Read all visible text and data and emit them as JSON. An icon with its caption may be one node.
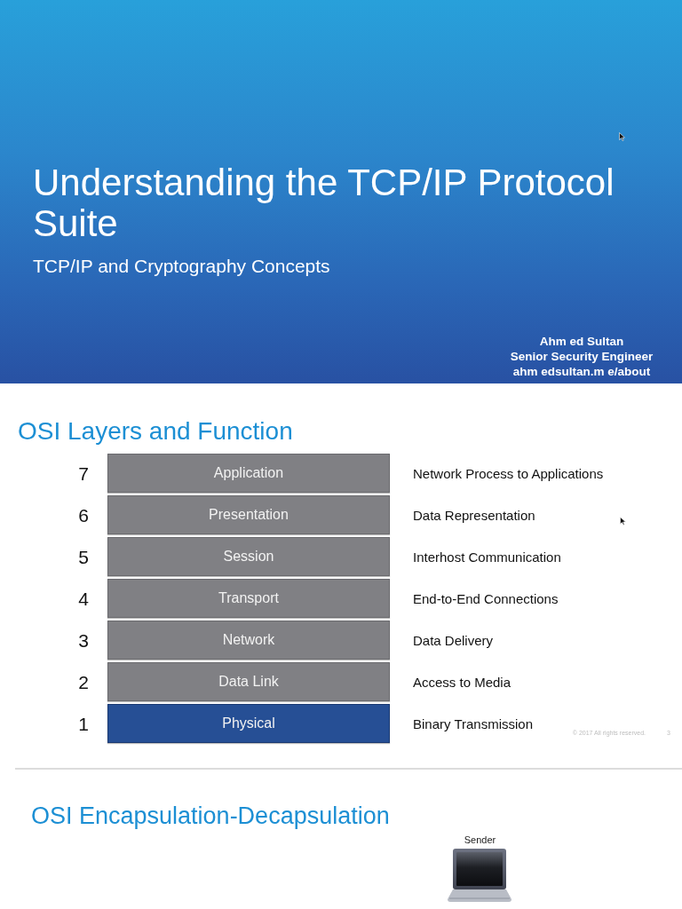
{
  "diagram": {
    "title": "Understanding the TCP/IP Protocol Suite",
    "nodes": [
      {
        "text": [
          "Application"
        ],
        "beside": [
          "7",
          "Network Process to Applications"
        ]
      },
      {
        "text": [
          "Presentation"
        ],
        "beside": [
          "6",
          "Data Representation"
        ]
      },
      {
        "text": [
          "Session"
        ],
        "beside": [
          "5",
          "Interhost Communication"
        ]
      },
      {
        "text": [
          "Transport"
        ],
        "beside": [
          "4",
          "End-to-End Connections"
        ]
      },
      {
        "text": [
          "Network"
        ],
        "beside": [
          "3",
          "Data Delivery"
        ]
      },
      {
        "text": [
          "Data Link"
        ],
        "beside": [
          "2",
          "Access to Media"
        ]
      },
      {
        "text": [
          "Physical"
        ],
        "beside": [
          "1",
          "Binary Transmission"
        ]
      }
    ],
    "labels": [
      "TCP/IP and Cryptography Concepts",
      "Ahm ed Sultan",
      "Senior Security Engineer",
      "ahm edsultan.m e/about",
      "OSI Layers and Function",
      "© 2017 All rights reserved.",
      "3",
      "OSI Encapsulation-Decapsulation",
      "Sender"
    ]
  }
}
